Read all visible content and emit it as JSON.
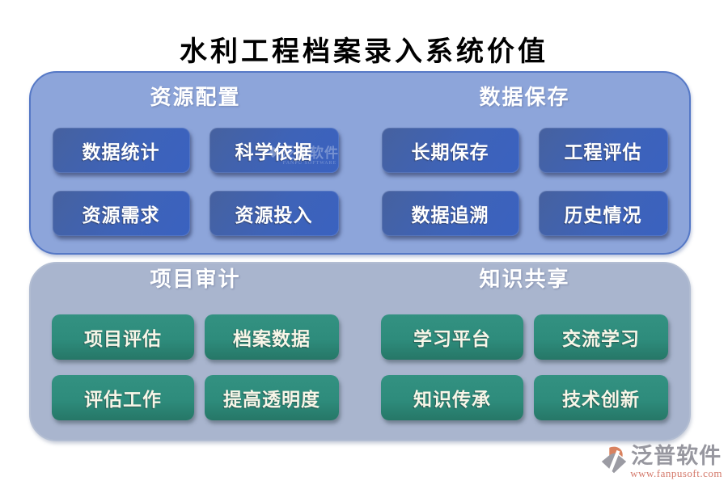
{
  "title": "水利工程档案录入系统价值",
  "panels": [
    {
      "id": "top",
      "sections": [
        {
          "header": "资源配置",
          "buttons": [
            "数据统计",
            "科学依据",
            "资源需求",
            "资源投入"
          ]
        },
        {
          "header": "数据保存",
          "buttons": [
            "长期保存",
            "工程评估",
            "数据追溯",
            "历史情况"
          ]
        }
      ]
    },
    {
      "id": "bottom",
      "sections": [
        {
          "header": "项目审计",
          "buttons": [
            "项目评估",
            "档案数据",
            "评估工作",
            "提高透明度"
          ]
        },
        {
          "header": "知识共享",
          "buttons": [
            "学习平台",
            "交流学习",
            "知识传承",
            "技术创新"
          ]
        }
      ]
    }
  ],
  "watermark": {
    "text": "泛普软件",
    "subtext": "FANPU SOFTWARE"
  },
  "footer": {
    "brand": "泛普软件",
    "url": "www.fanpusoft.com"
  },
  "colors": {
    "top_panel_bg": "#8DA5DA",
    "top_panel_border": "#5578C6",
    "bottom_panel_bg": "#A9B5CE",
    "blue_button": "#3C62BA",
    "green_button": "#2E8C7C",
    "title_color": "#000000",
    "header_text": "#FFFFFF",
    "footer_brand_color": "#97979F",
    "footer_url_color": "#D4796B",
    "logo_orange": "#D9825F",
    "logo_gray": "#9B9BA3"
  }
}
